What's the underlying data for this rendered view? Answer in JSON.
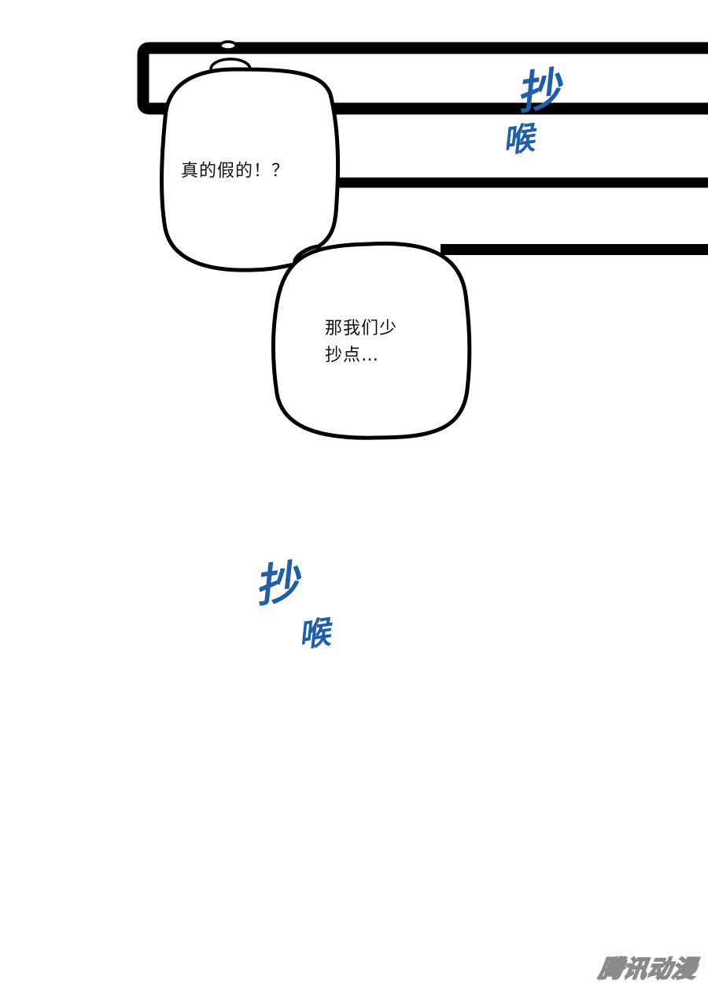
{
  "bubbles": [
    {
      "text": "真的假的！？"
    },
    {
      "text": "那我们少\n抄点…"
    }
  ],
  "sfx": [
    {
      "text_line1": "抄",
      "text_line2": "喉"
    },
    {
      "text_line1": "抄",
      "text_line2": "喉"
    }
  ],
  "colors": {
    "background": "#ffffff",
    "ink": "#000000",
    "sfx_blue": "#1f5ea8",
    "watermark_outline": "#8a8a8a"
  },
  "watermark": {
    "text": "腾讯动漫"
  }
}
